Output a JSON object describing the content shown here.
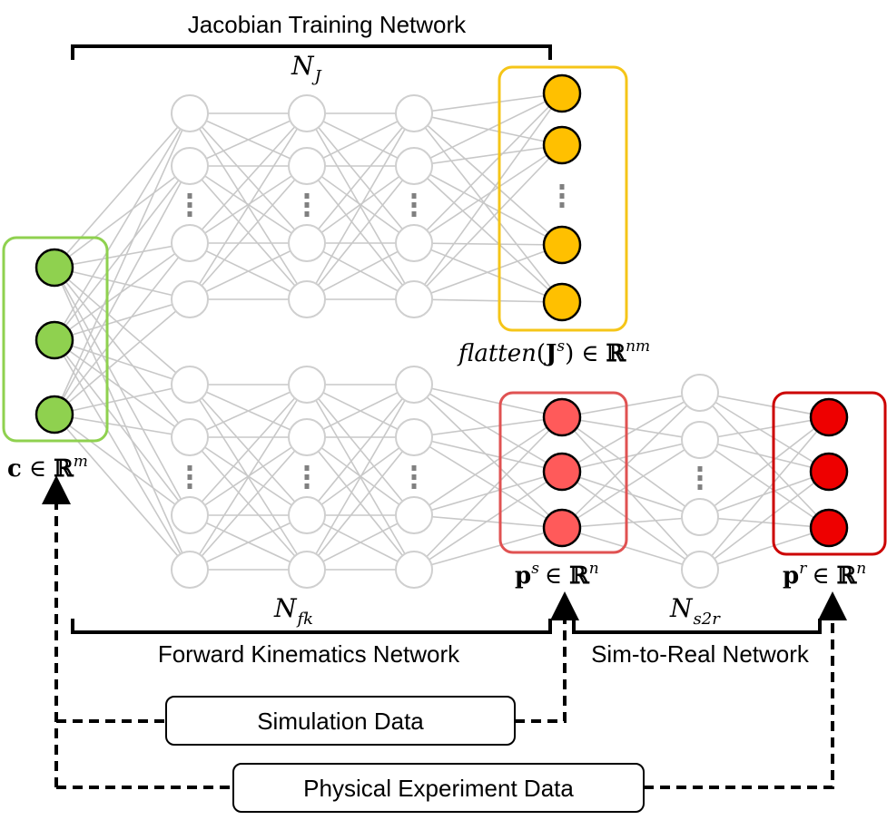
{
  "title_jacobian": "Jacobian Training Network",
  "label_nj": "N",
  "label_nj_sub": "J",
  "label_flatten": "flatten",
  "label_flatten_J": "J",
  "label_flatten_s": "s",
  "label_rnm_exp": "nm",
  "label_input": "c",
  "label_input_exp": "m",
  "label_ps": "p",
  "label_ps_sup": "s",
  "label_pr": "p",
  "label_pr_sup": "r",
  "label_rn_exp": "n",
  "label_elem": "∈",
  "label_R": "ℝ",
  "label_nfk": "N",
  "label_nfk_sub": "fk",
  "label_ns2r": "N",
  "label_ns2r_sub": "s2r",
  "title_fk": "Forward Kinematics Network",
  "title_s2r": "Sim-to-Real Network",
  "box_sim": "Simulation Data",
  "box_phys": "Physical Experiment Data",
  "colors": {
    "input_node": "#8fd14f",
    "input_box": "#8fd14f",
    "jacobian_node": "#ffc000",
    "jacobian_box": "#f5c518",
    "ps_node": "#ff5a5a",
    "ps_box": "#e05252",
    "pr_node": "#ee0000",
    "pr_box": "#cc0000",
    "edge": "#c8c8c8",
    "hidden_stroke": "#cfcfcf",
    "dots": "#808080"
  }
}
